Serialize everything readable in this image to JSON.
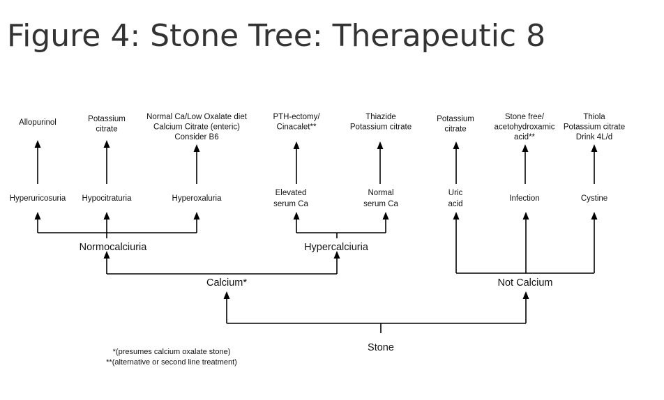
{
  "title": "Figure 4: Stone Tree: Therapeutic 8",
  "nodes": {
    "stone": "Stone",
    "calcium": "Calcium*",
    "not_calcium": "Not Calcium",
    "normocalciuria": "Normocalciuria",
    "hypercalciuria": "Hypercalciuria",
    "hyperuricosuria": "Hyperuricosuria",
    "hypocitraturia": "Hypocitraturia",
    "hyperoxaluria": "Hyperoxaluria",
    "elevated_serum_ca": [
      "Elevated",
      "serum Ca"
    ],
    "normal_serum_ca": [
      "Normal",
      "serum Ca"
    ],
    "uric_acid": [
      "Uric",
      "acid"
    ],
    "infection": "Infection",
    "cystine": "Cystine"
  },
  "treatments": {
    "allopurinol": [
      "Allopurinol"
    ],
    "potassium_citrate_1": [
      "Potassium",
      "citrate"
    ],
    "oxalate_diet": [
      "Normal Ca/Low Oxalate diet",
      "Calcium Citrate (enteric)",
      "Consider B6"
    ],
    "pth_ectomy": [
      "PTH-ectomy/",
      "Cinacalet**"
    ],
    "thiazide": [
      "Thiazide",
      "Potassium citrate"
    ],
    "potassium_citrate_2": [
      "Potassium",
      "citrate"
    ],
    "stone_free": [
      "Stone free/",
      "acetohydroxamic",
      "acid**"
    ],
    "thiola": [
      "Thiola",
      "Potassium citrate",
      "Drink 4L/d"
    ]
  },
  "footnotes": [
    "*(presumes calcium oxalate stone)",
    "**(alternative or second line treatment)"
  ]
}
